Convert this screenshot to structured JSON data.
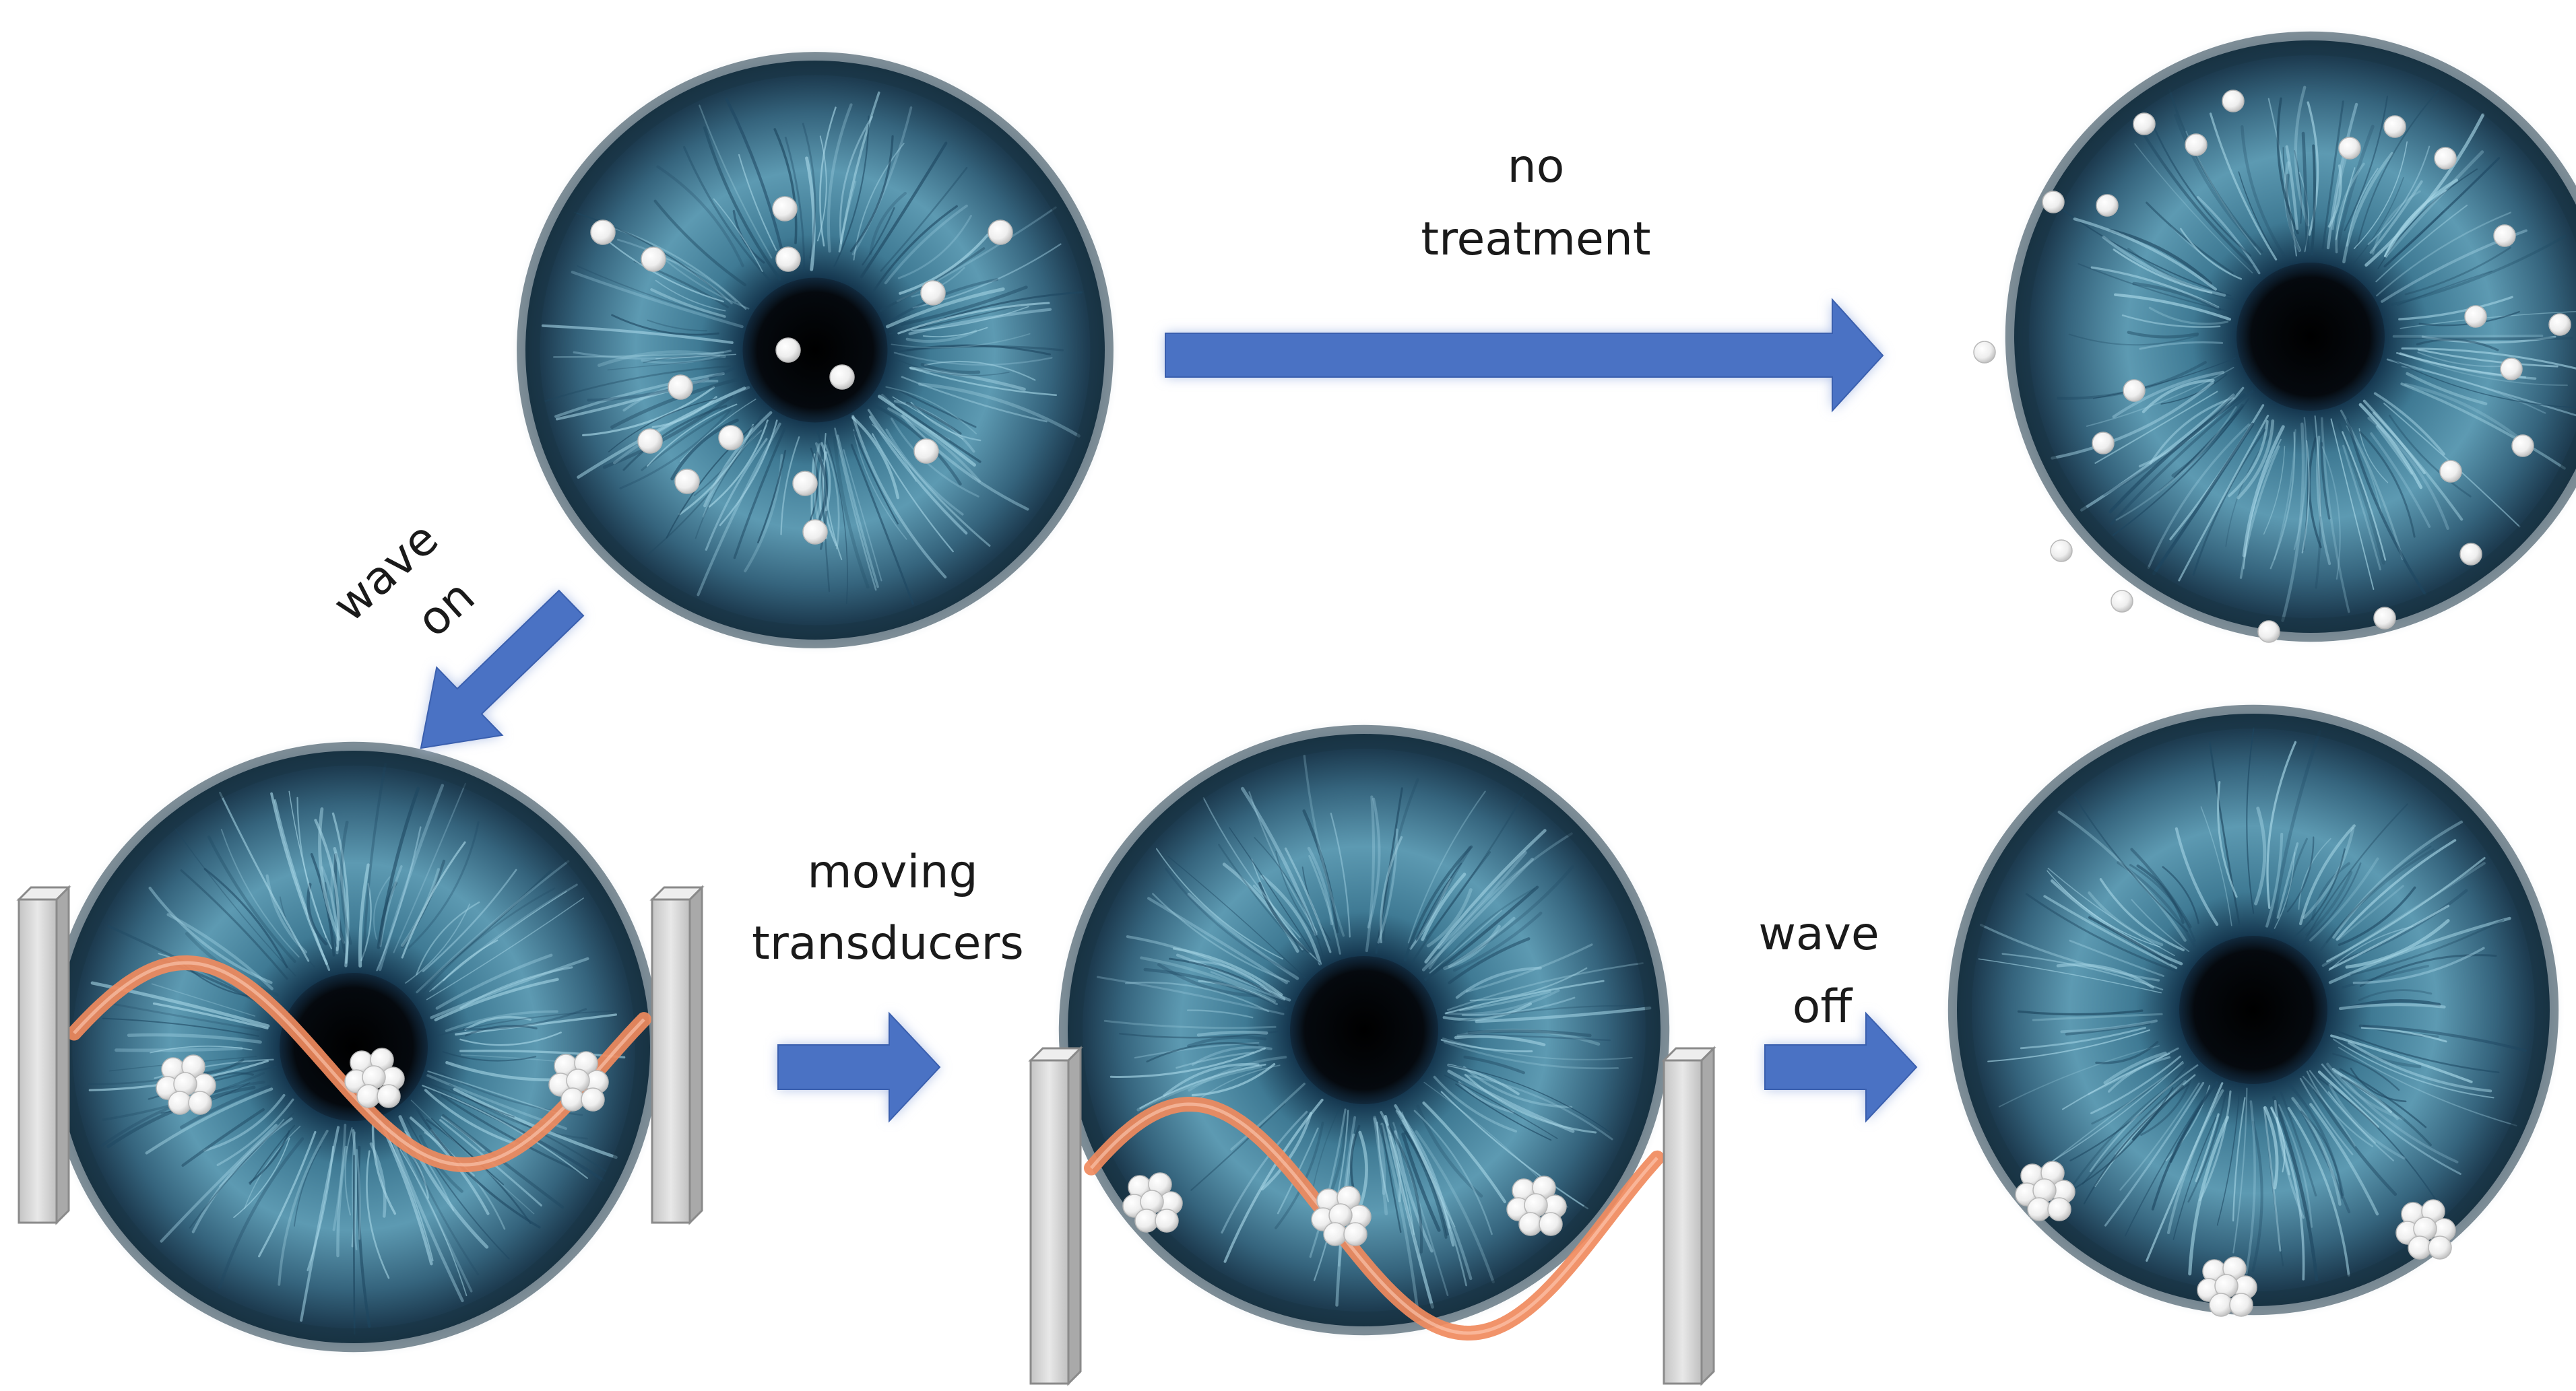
{
  "labels": {
    "no_treatment_line1": "no",
    "no_treatment_line2": "treatment",
    "wave_on_line1": "wave",
    "wave_on_line2": "on",
    "moving_line1": "moving",
    "moving_line2": "transducers",
    "wave_off_line1": "wave",
    "wave_off_line2": "off"
  },
  "colors": {
    "arrow": "#4a72c4",
    "arrow_glow": "#aebfe6",
    "wave": "#f08a5d",
    "particle": "#f2f2f2",
    "transducer": "#d3d3d3",
    "iris_base": "#3d6f88",
    "iris_fiber": "#a9d8e8",
    "pupil": "#050a10"
  },
  "icons": {
    "eye": "eye-icon",
    "transducer": "transducer-icon",
    "particle": "particle-icon",
    "arrow": "arrow-icon"
  }
}
